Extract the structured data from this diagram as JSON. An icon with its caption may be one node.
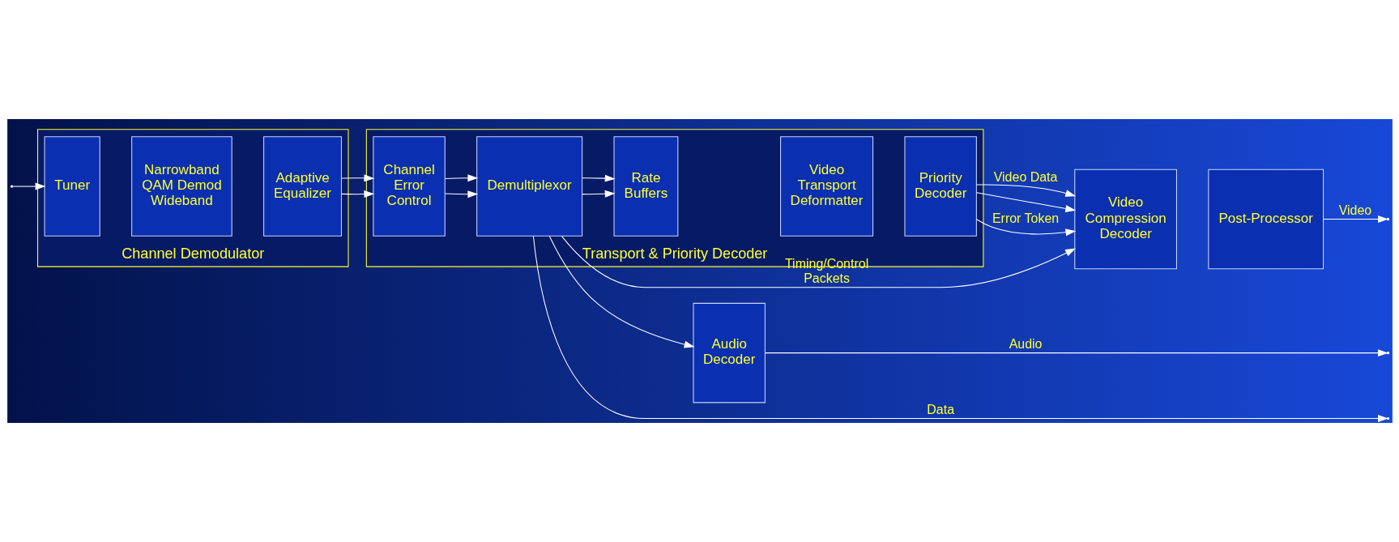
{
  "diagram": {
    "nodes": [
      {
        "text": [
          "Channel Demodulator"
        ]
      },
      {
        "text": [
          "Tuner"
        ],
        "in": 0
      },
      {
        "text": [
          "Narrowband",
          "QAM Demod",
          "Wideband"
        ],
        "in": 0
      },
      {
        "text": [
          "Adaptive Equalizer"
        ],
        "in": 0
      },
      {
        "text": [
          "Transport & Priority Decoder"
        ]
      },
      {
        "text": [
          "Channel Error Control"
        ],
        "in": 4
      },
      {
        "text": [
          "Demultiplexor"
        ],
        "in": 4
      },
      {
        "text": [
          "Rate Buffers"
        ],
        "in": 4
      },
      {
        "text": [
          "Video Transport Deformatter"
        ],
        "in": 4
      },
      {
        "text": [
          "Priority Decoder"
        ],
        "in": 4
      },
      {
        "text": [
          "Video Compression Decoder"
        ]
      },
      {
        "text": [
          "Post-Processor"
        ]
      },
      {
        "text": [
          "Audio Decoder"
        ]
      }
    ],
    "edges": [
      {
        "from": null,
        "to": 1,
        "arrow": "to"
      },
      {
        "from": 3,
        "to": 5,
        "arrow": "to"
      },
      {
        "from": 3,
        "to": 5,
        "arrow": "to"
      },
      {
        "from": 5,
        "to": 6,
        "arrow": "to"
      },
      {
        "from": 5,
        "to": 6,
        "arrow": "to"
      },
      {
        "from": 6,
        "to": 7,
        "arrow": "to"
      },
      {
        "from": 6,
        "to": 7,
        "arrow": "to"
      },
      {
        "from": 6,
        "to": 10,
        "label": "Timing/Control Packets",
        "arrow": "to"
      },
      {
        "from": 9,
        "to": 10,
        "label": "Video Data",
        "arrow": "to"
      },
      {
        "from": 9,
        "to": 10,
        "arrow": "to"
      },
      {
        "from": 9,
        "to": 10,
        "label": "Error Token",
        "arrow": "to"
      },
      {
        "from": 6,
        "to": 12,
        "arrow": "to"
      },
      {
        "from": 6,
        "to": null,
        "label": "Data",
        "arrow": "to"
      },
      {
        "from": 11,
        "to": null,
        "label": "Video",
        "arrow": "to"
      },
      {
        "from": 12,
        "to": null,
        "label": "Audio",
        "arrow": "to"
      }
    ]
  }
}
